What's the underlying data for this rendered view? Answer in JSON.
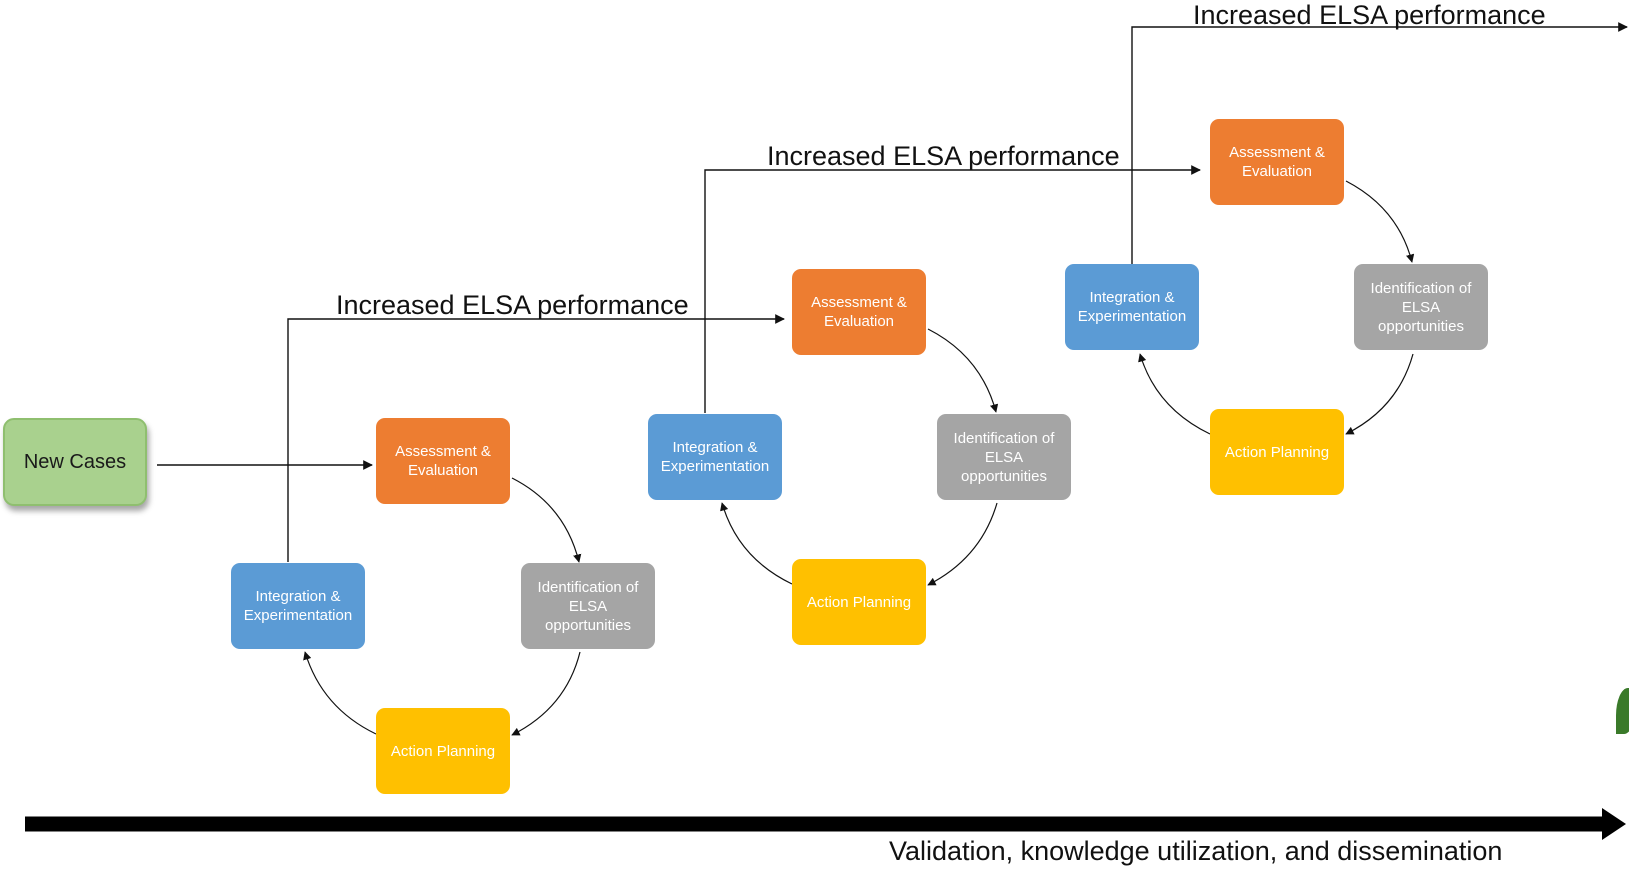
{
  "start": {
    "label": "New Cases"
  },
  "cycles": [
    {
      "assessment": "Assessment & Evaluation",
      "identification": "Identification of ELSA opportunities",
      "action": "Action Planning",
      "integration": "Integration & Experimentation"
    },
    {
      "assessment": "Assessment & Evaluation",
      "identification": "Identification of ELSA opportunities",
      "action": "Action Planning",
      "integration": "Integration & Experimentation"
    },
    {
      "assessment": "Assessment & Evaluation",
      "identification": "Identification of ELSA opportunities",
      "action": "Action Planning",
      "integration": "Integration & Experimentation"
    }
  ],
  "transitions": [
    "Increased ELSA performance",
    "Increased ELSA performance",
    "Increased ELSA performance"
  ],
  "axis": {
    "label": "Validation, knowledge utilization, and dissemination"
  },
  "colors": {
    "assessment": "#ED7D31",
    "identification": "#A5A5A5",
    "action": "#FFC000",
    "integration": "#5B9BD5",
    "start": "#A9D18E"
  }
}
